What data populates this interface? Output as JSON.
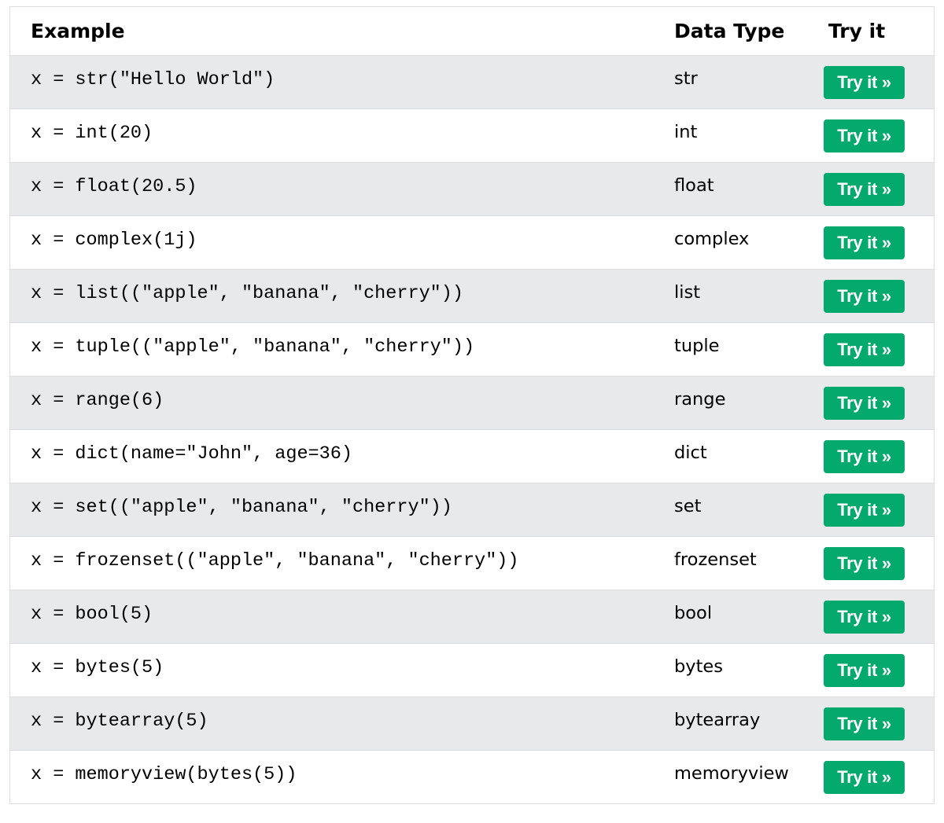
{
  "table": {
    "headers": {
      "example": "Example",
      "data_type": "Data Type",
      "try_it": "Try it"
    },
    "try_button_label": "Try it »",
    "rows": [
      {
        "example": "x = str(\"Hello World\")",
        "data_type": "str"
      },
      {
        "example": "x = int(20)",
        "data_type": "int"
      },
      {
        "example": "x = float(20.5)",
        "data_type": "float"
      },
      {
        "example": "x = complex(1j)",
        "data_type": "complex"
      },
      {
        "example": "x = list((\"apple\", \"banana\", \"cherry\"))",
        "data_type": "list"
      },
      {
        "example": "x = tuple((\"apple\", \"banana\", \"cherry\"))",
        "data_type": "tuple"
      },
      {
        "example": "x = range(6)",
        "data_type": "range"
      },
      {
        "example": "x = dict(name=\"John\", age=36)",
        "data_type": "dict"
      },
      {
        "example": "x = set((\"apple\", \"banana\", \"cherry\"))",
        "data_type": "set"
      },
      {
        "example": "x = frozenset((\"apple\", \"banana\", \"cherry\"))",
        "data_type": "frozenset"
      },
      {
        "example": "x = bool(5)",
        "data_type": "bool"
      },
      {
        "example": "x = bytes(5)",
        "data_type": "bytes"
      },
      {
        "example": "x = bytearray(5)",
        "data_type": "bytearray"
      },
      {
        "example": "x = memoryview(bytes(5))",
        "data_type": "memoryview"
      }
    ]
  },
  "colors": {
    "button": "#04aa6d",
    "row_alt": "#e7e9eb",
    "border": "#dddddd"
  }
}
